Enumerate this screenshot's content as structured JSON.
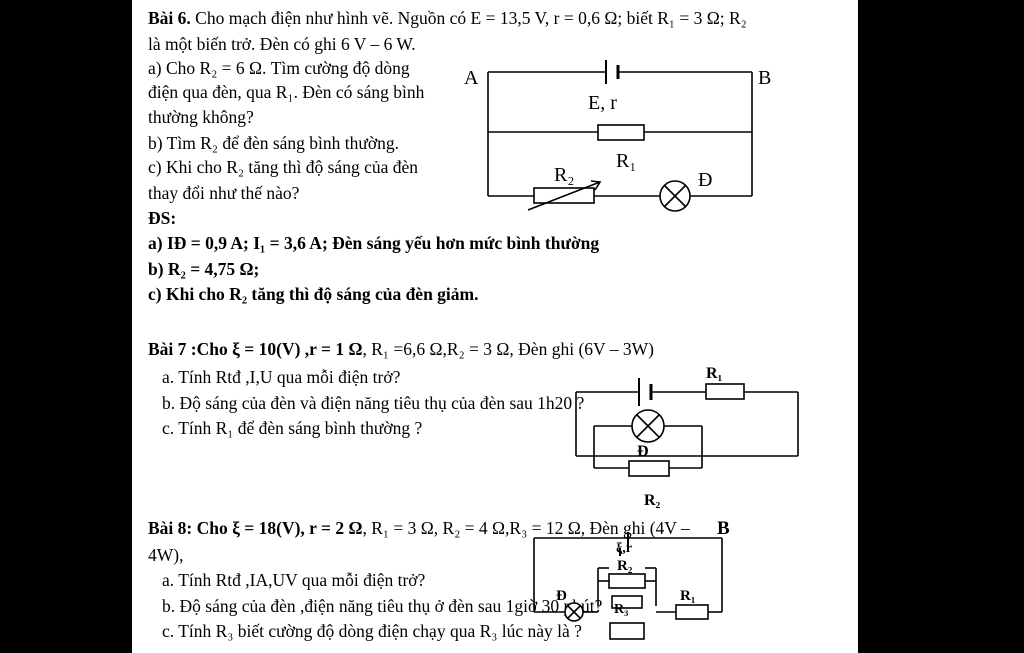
{
  "bai6": {
    "line1_title": "Bài 6.",
    "line1_text": " Cho mạch điện như hình vẽ. Nguồn có E = 13,5 V, r = 0,6 Ω; biết R₁ = 3 Ω; R₂",
    "line2": "là một biến trở. Đèn có ghi 6 V – 6 W.",
    "a1": "a) Cho R₂ = 6 Ω. Tìm cường độ dòng",
    "a2": "điện qua đèn, qua R₁. Đèn có sáng bình",
    "a3": "thường không?",
    "b": "b) Tìm R₂ để đèn sáng bình thường.",
    "c1": "c) Khi cho R₂ tăng thì độ sáng của đèn",
    "c2": "thay đổi như thế nào?",
    "ds": "ĐS:",
    "ans_a": "a) IĐ = 0,9 A; I₁ = 3,6 A; Đèn sáng yếu hơn mức bình thường",
    "ans_b": "b) R₂ = 4,75 Ω;",
    "ans_c": "c) Khi cho R₂ tăng thì độ sáng của đèn giảm.",
    "circuit": {
      "A": "A",
      "B": "B",
      "source": "E, r",
      "R1": "R₁",
      "R2": "R₂",
      "lamp": "Đ"
    }
  },
  "bai7": {
    "title": "Bài 7 :Cho ξ = 10(V) ,r = 1 Ω",
    "rest": ", R₁ =6,6 Ω,R₂ = 3 Ω, Đèn ghi (6V – 3W)",
    "a": "a. Tính Rtđ ,I,U qua mỗi điện trở?",
    "b": "b. Độ sáng của đèn và điện năng tiêu thụ của đèn sau 1h20 ?",
    "c": "c. Tính R₁ để đèn sáng bình thường ?",
    "circuit": {
      "R1": "R₁",
      "lamp": "Đ",
      "R2": "R₂"
    }
  },
  "bai8": {
    "title": "Bài 8: Cho ξ = 18(V), r = 2 Ω",
    "rest": ", R₁ = 3 Ω, R₂ = 4 Ω,R₃ = 12 Ω, Đèn ghi (4V –",
    "line2": "4W),",
    "a": "a. Tính Rtđ ,IA,UV qua mỗi điện trở?",
    "b": "b. Độ sáng của đèn ,điện năng tiêu thụ ở đèn  sau 1giờ 30 phút?",
    "c": "c. Tính R₃ biết cường độ dòng điện chạy qua R₃ lúc này là      ?",
    "circuit": {
      "B": "B",
      "source": "ξ,r",
      "R2": "R₂",
      "R1": "R₁",
      "R3": "R₃",
      "lamp": "Đ"
    }
  }
}
